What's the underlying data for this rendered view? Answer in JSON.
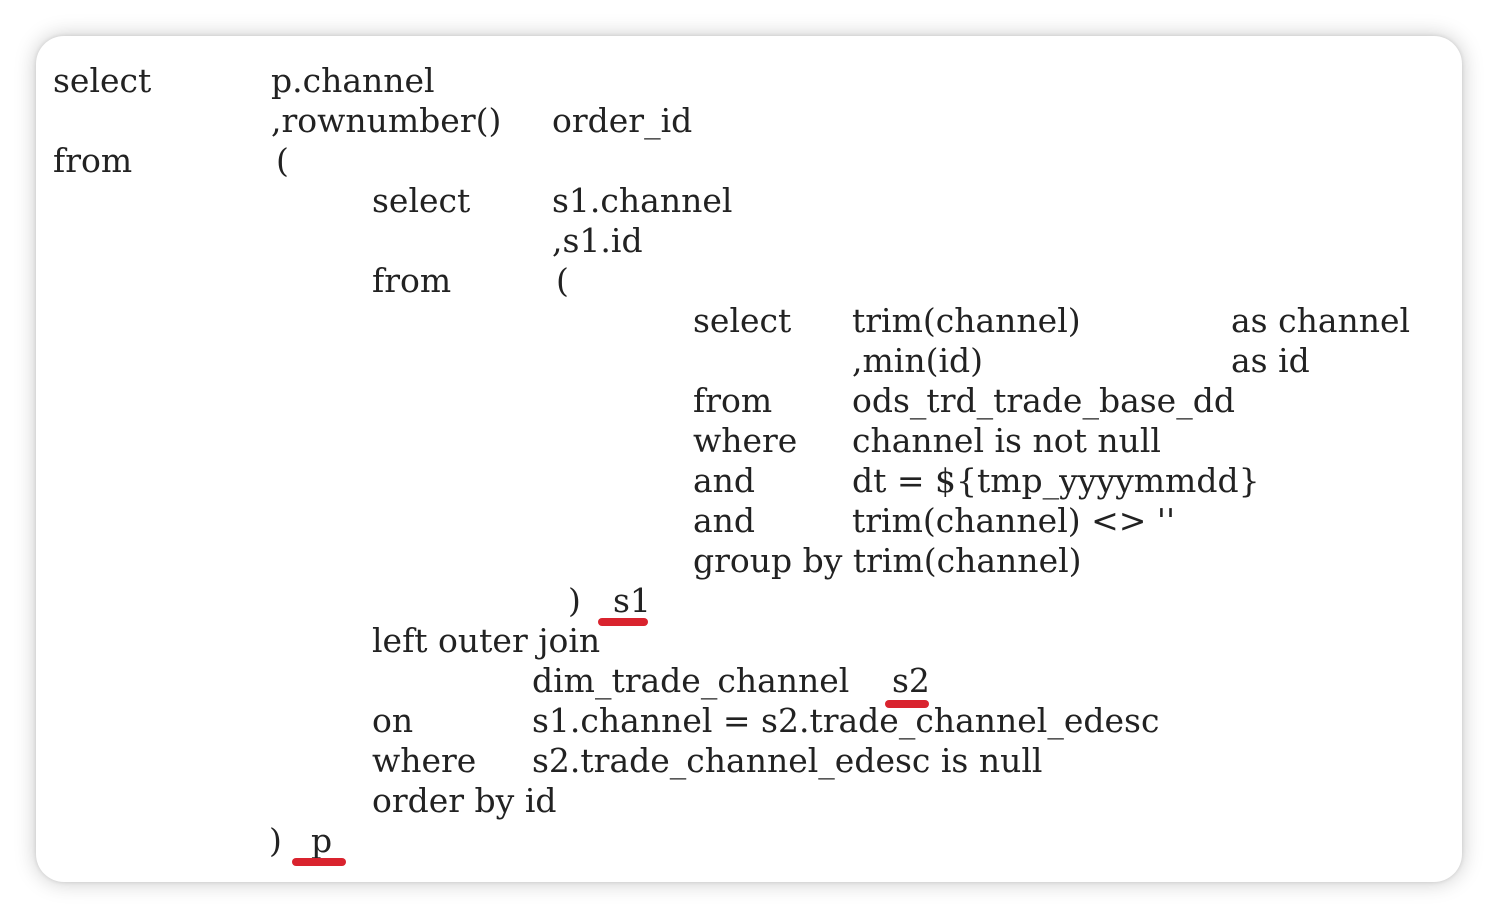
{
  "sql_lines": [
    {
      "id": "l1",
      "tokens": [
        "select",
        "p.channel"
      ]
    },
    {
      "id": "l2",
      "tokens": [
        ",rownumber()",
        "order_id"
      ]
    },
    {
      "id": "l3",
      "tokens": [
        "from",
        "("
      ]
    },
    {
      "id": "l4",
      "tokens": [
        "select",
        "s1.channel"
      ]
    },
    {
      "id": "l5",
      "tokens": [
        ",s1.id"
      ]
    },
    {
      "id": "l6",
      "tokens": [
        "from",
        "("
      ]
    },
    {
      "id": "l7",
      "tokens": [
        "select",
        "trim(channel)",
        "as channel"
      ]
    },
    {
      "id": "l8",
      "tokens": [
        ",min(id)",
        "as id"
      ]
    },
    {
      "id": "l9",
      "tokens": [
        "from",
        "ods_trd_trade_base_dd"
      ]
    },
    {
      "id": "l10",
      "tokens": [
        "where",
        "channel is not null"
      ]
    },
    {
      "id": "l11",
      "tokens": [
        "and",
        "dt = ${tmp_yyyymmdd}"
      ]
    },
    {
      "id": "l12",
      "tokens": [
        "and",
        "trim(channel) <> ''"
      ]
    },
    {
      "id": "l13",
      "tokens": [
        "group by trim(channel)"
      ]
    },
    {
      "id": "l14",
      "tokens": [
        ")",
        "s1"
      ]
    },
    {
      "id": "l15",
      "tokens": [
        "left outer join"
      ]
    },
    {
      "id": "l16",
      "tokens": [
        "dim_trade_channel",
        "s2"
      ]
    },
    {
      "id": "l17",
      "tokens": [
        "on",
        "s1.channel = s2.trade_channel_edesc"
      ]
    },
    {
      "id": "l18",
      "tokens": [
        "where",
        "s2.trade_channel_edesc is null"
      ]
    },
    {
      "id": "l19",
      "tokens": [
        "order by id"
      ]
    },
    {
      "id": "l20",
      "tokens": [
        ")",
        "p"
      ]
    }
  ],
  "highlight_color": "#d9232e"
}
